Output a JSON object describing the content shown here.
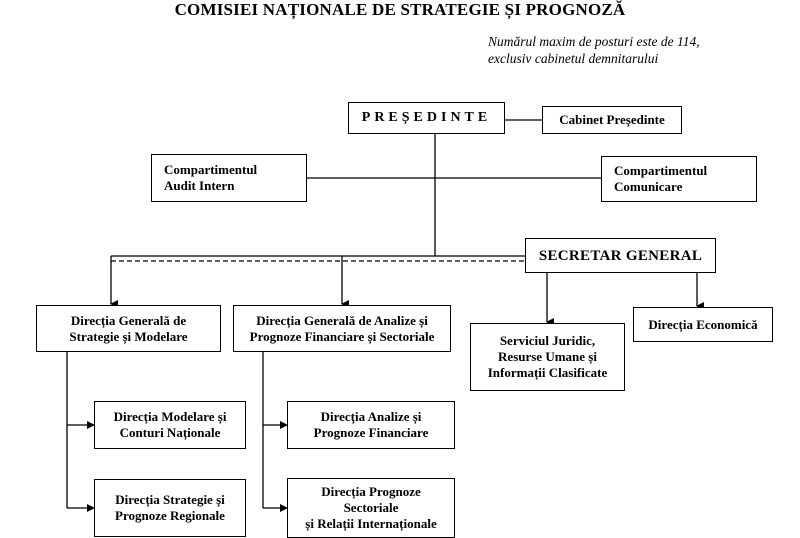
{
  "title": "COMISIEI NAȚIONALE DE STRATEGIE ȘI PROGNOZĂ",
  "note": {
    "line1": "Numărul maxim de posturi este de 114,",
    "line2": "exclusiv cabinetul demnitarului"
  },
  "boxes": {
    "presedinte": "PREȘEDINTE",
    "cabinet": "Cabinet Președinte",
    "audit": [
      "Compartimentul",
      "Audit Intern"
    ],
    "comunicare": [
      "Compartimentul",
      "Comunicare"
    ],
    "secretar": "SECRETAR GENERAL",
    "dg_strategie": [
      "Direcția Generală de",
      "Strategie și Modelare"
    ],
    "dg_analize": [
      "Direcția Generală de Analize și",
      "Prognoze Financiare și Sectoriale"
    ],
    "juridic": [
      "Serviciul Juridic,",
      "Resurse Umane și",
      "Informații Clasificate"
    ],
    "economica": "Direcția Economică",
    "modelare": [
      "Direcția Modelare și",
      "Conturi Naționale"
    ],
    "regionale": [
      "Direcția Strategie și",
      "Prognoze Regionale"
    ],
    "analize_fin": [
      "Direcția Analize și",
      "Prognoze Financiare"
    ],
    "sectoriale": [
      "Direcția Prognoze",
      "Sectoriale",
      "și Relații Internaționale"
    ]
  }
}
